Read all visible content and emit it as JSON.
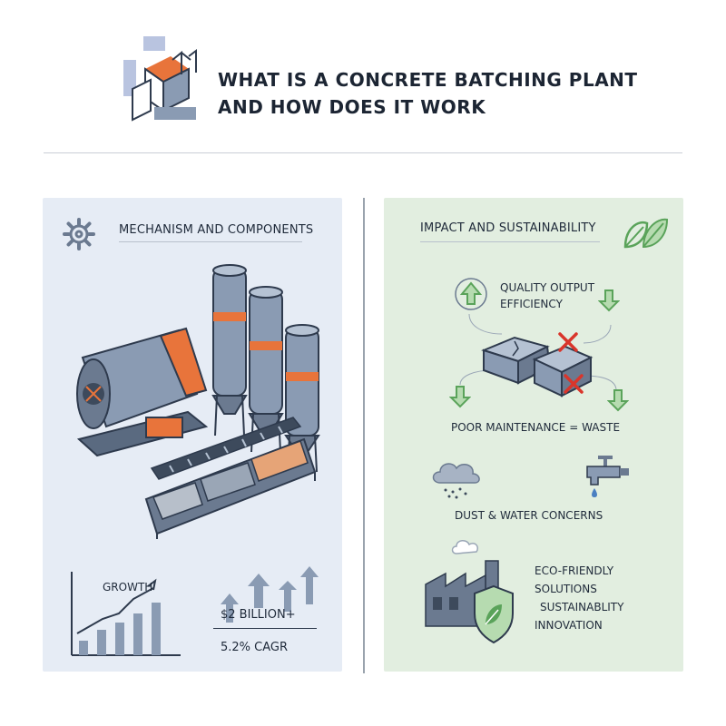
{
  "header": {
    "title_line1": "WHAT IS A CONCRETE BATCHING PLANT",
    "title_line2": "AND HOW DOES IT WORK"
  },
  "left_panel": {
    "heading": "MECHANISM AND COMPONENTS",
    "growth_label": "GROWTH",
    "market_value": "$2 BILLION+",
    "cagr": "5.2% CAGR"
  },
  "right_panel": {
    "heading": "IMPACT AND SUSTAINABILITY",
    "quality_line1": "QUALITY OUTPUT",
    "quality_line2": "EFFICIENCY",
    "maintenance": "POOR MAINTENANCE = WASTE",
    "concerns": "DUST & WATER CONCERNS",
    "eco_line1": "ECO-FRIENDLY",
    "eco_line2": "SOLUTIONS",
    "eco_line3": "SUSTAINABLITY",
    "eco_line4": "INNOVATION"
  },
  "colors": {
    "accent_orange": "#e8743b",
    "steel": "#8a9bb3",
    "dark_steel": "#3d4a5c",
    "green": "#5aa35a",
    "red": "#d9352b",
    "left_bg": "#e6ecf5",
    "right_bg": "#e2eee0"
  },
  "icons": [
    "cube-logo-icon",
    "gear-icon",
    "leaf-icon",
    "arrow-up-icon",
    "arrow-down-icon",
    "x-mark-icon",
    "cloud-dust-icon",
    "water-tap-icon",
    "factory-icon",
    "shield-leaf-icon"
  ]
}
